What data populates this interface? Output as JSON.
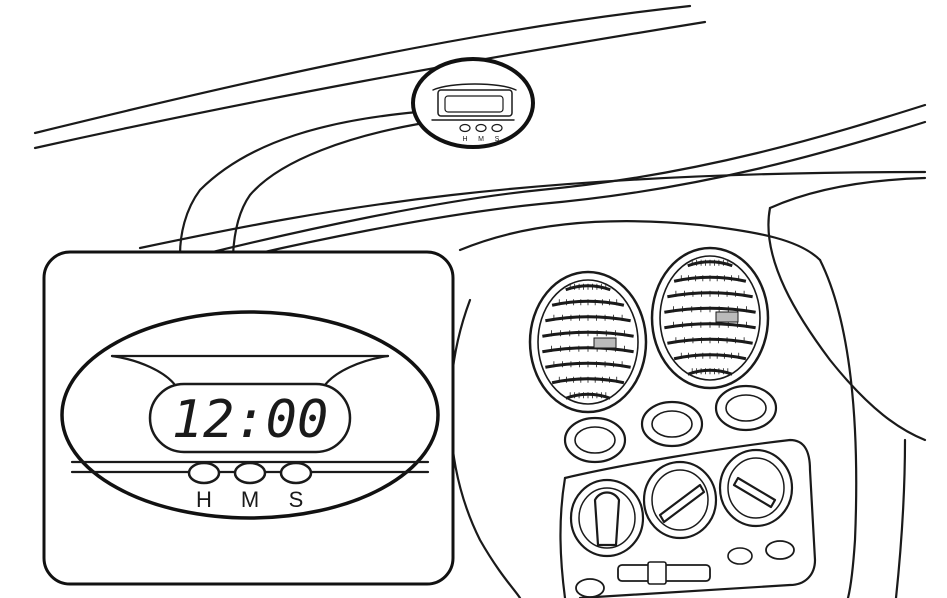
{
  "clock_display": {
    "time": "12:00",
    "buttons": [
      "H",
      "M",
      "S"
    ]
  },
  "small_clock_labels": [
    "H",
    "M",
    "S"
  ]
}
